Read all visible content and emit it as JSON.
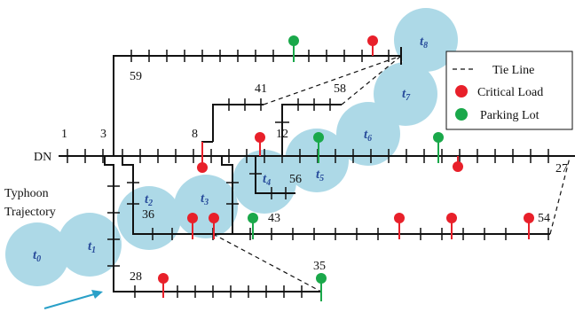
{
  "diagram": {
    "source_label": "DN",
    "node_labels": [
      "1",
      "3",
      "8",
      "12",
      "27",
      "28",
      "35",
      "36",
      "41",
      "43",
      "54",
      "56",
      "58",
      "59"
    ],
    "typhoon_label_line1": "Typhoon",
    "typhoon_label_line2": "Trajectory",
    "typhoon_positions": [
      {
        "t": "t",
        "sub": "0"
      },
      {
        "t": "t",
        "sub": "1"
      },
      {
        "t": "t",
        "sub": "2"
      },
      {
        "t": "t",
        "sub": "3"
      },
      {
        "t": "t",
        "sub": "4"
      },
      {
        "t": "t",
        "sub": "5"
      },
      {
        "t": "t",
        "sub": "6"
      },
      {
        "t": "t",
        "sub": "7"
      },
      {
        "t": "t",
        "sub": "8"
      }
    ]
  },
  "legend": {
    "tie_line": "Tie Line",
    "critical_load": "Critical Load",
    "parking_lot": "Parking Lot"
  },
  "colors": {
    "typhoon_circle": "#a9d8e6",
    "critical_load": "#e8202a",
    "parking_lot": "#1aa84a",
    "label_blue": "#2a4e9c",
    "arrow": "#2aa0c8"
  }
}
